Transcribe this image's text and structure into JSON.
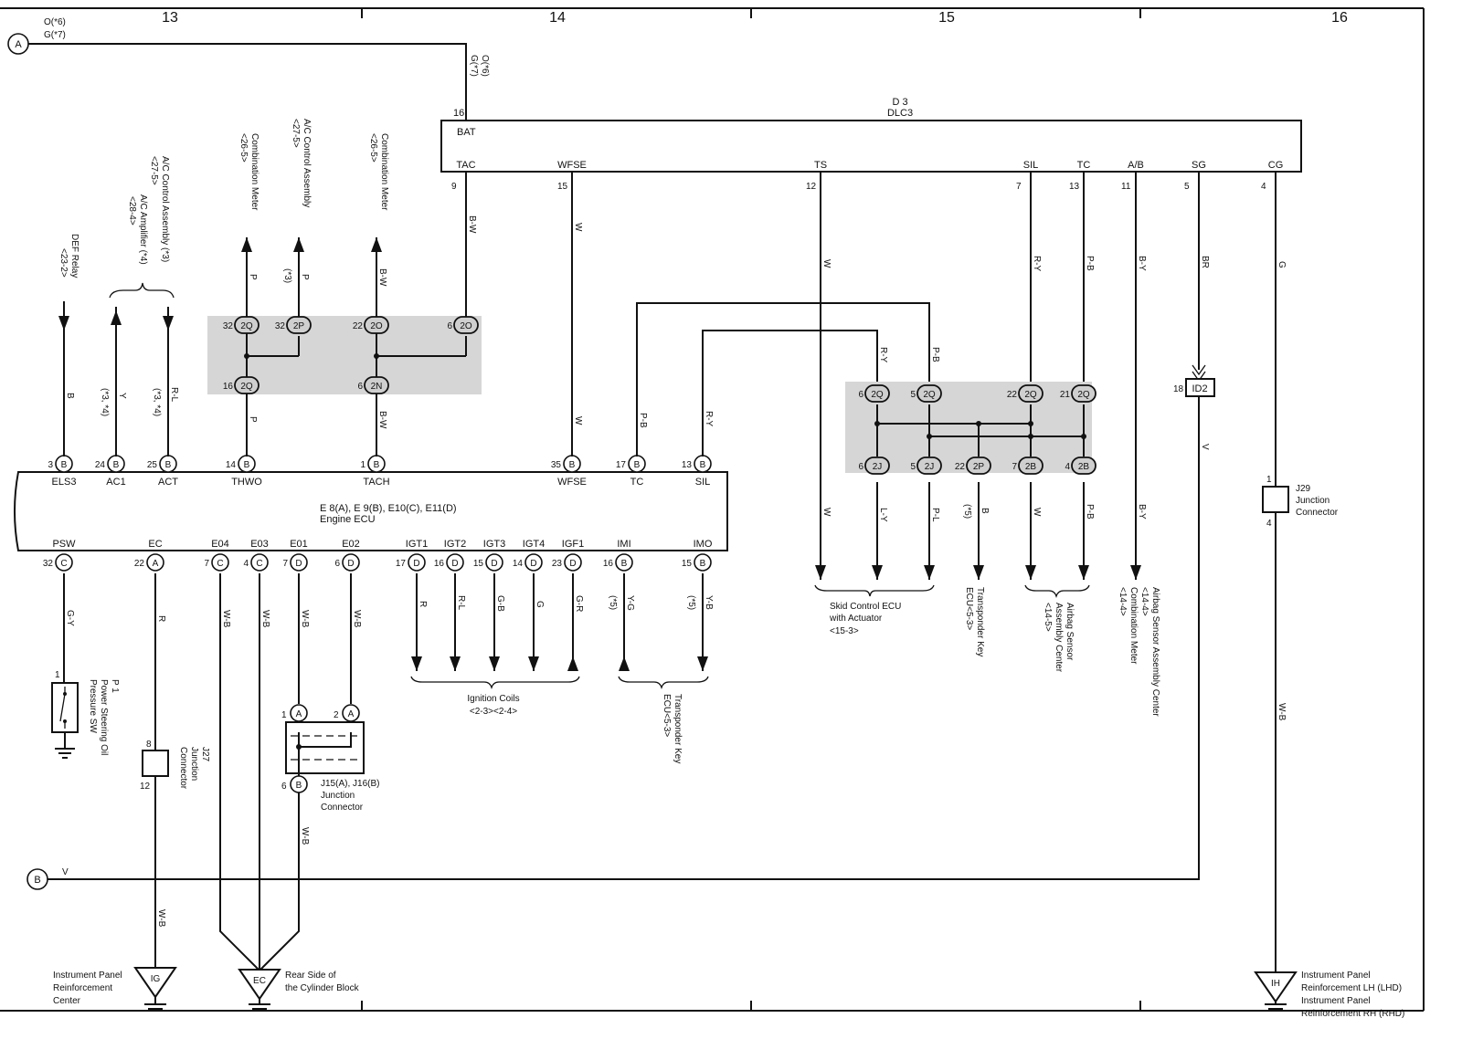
{
  "columns": [
    "13",
    "14",
    "15",
    "16"
  ],
  "connectors": {
    "A": "A",
    "B": "B"
  },
  "wire_a": [
    "O(*6)",
    "G(*7)"
  ],
  "wire_b": "V",
  "dlc3": {
    "code": "D 3",
    "name": "DLC3",
    "top_pin": "16",
    "top_label": "BAT",
    "pins": [
      [
        "TAC",
        "9"
      ],
      [
        "WFSE",
        "15"
      ],
      [
        "TS",
        "12"
      ],
      [
        "SIL",
        "7"
      ],
      [
        "TC",
        "13"
      ],
      [
        "A/B",
        "11"
      ],
      [
        "SG",
        "5"
      ],
      [
        "CG",
        "4"
      ]
    ]
  },
  "ecu": {
    "codes": "E 8(A), E 9(B), E10(C), E11(D)",
    "name": "Engine ECU",
    "top_pins": [
      [
        "ELS3",
        "3",
        "B"
      ],
      [
        "AC1",
        "24",
        "B"
      ],
      [
        "ACT",
        "25",
        "B"
      ],
      [
        "THWO",
        "14",
        "B"
      ],
      [
        "TACH",
        "1",
        "B"
      ],
      [
        "WFSE",
        "35",
        "B"
      ],
      [
        "TC",
        "17",
        "B"
      ],
      [
        "SIL",
        "13",
        "B"
      ]
    ],
    "bottom_pins": [
      [
        "PSW",
        "32",
        "C"
      ],
      [
        "EC",
        "22",
        "A"
      ],
      [
        "E04",
        "7",
        "C"
      ],
      [
        "E03",
        "4",
        "C"
      ],
      [
        "E01",
        "7",
        "D"
      ],
      [
        "E02",
        "6",
        "D"
      ],
      [
        "IGT1",
        "17",
        "D"
      ],
      [
        "IGT2",
        "16",
        "D"
      ],
      [
        "IGT3",
        "15",
        "D"
      ],
      [
        "IGT4",
        "14",
        "D"
      ],
      [
        "IGF1",
        "23",
        "D"
      ],
      [
        "IMI",
        "16",
        "B"
      ],
      [
        "IMO",
        "15",
        "B"
      ]
    ]
  },
  "wire_colors": {
    "b": "B",
    "y": "Y",
    "rl": "R-L",
    "p": "P",
    "bw": "B-W",
    "w": "W",
    "pb": "P-B",
    "ry": "R-Y",
    "br": "BR",
    "g": "G",
    "by": "B-Y",
    "v": "V",
    "gy": "G-Y",
    "r": "R",
    "wb": "W-B",
    "gb": "G-B",
    "gr": "G-R",
    "yg": "Y-G",
    "yb": "Y-B",
    "ly": "L-Y",
    "pl": "P-L"
  },
  "notes": {
    "n3": "(*3)",
    "n34": "(*3, *4)",
    "n5": "(*5)"
  },
  "junction_pins": {
    "p2Q": "2Q",
    "p2P": "2P",
    "p2O": "2O",
    "p2N": "2N",
    "p2J": "2J",
    "p2B": "2B",
    "id2": "ID2"
  },
  "junction_nums": [
    "32",
    "32",
    "22",
    "6",
    "16",
    "6",
    "6",
    "5",
    "22",
    "21",
    "6",
    "5",
    "22",
    "7",
    "4",
    "18"
  ],
  "dest": {
    "def_relay": [
      "DEF Relay",
      "<23-2>"
    ],
    "ac_ctrl": [
      "A/C Control Assembly (*3)",
      "<27-5>",
      "A/C Amplifier (*4)",
      "<28-4>"
    ],
    "comb_meter1": [
      "Combination Meter",
      "<26-5>"
    ],
    "ac_ctrl2": [
      "A/C Control Assembly",
      "<27-5>"
    ],
    "comb_meter2": [
      "Combination Meter",
      "<26-5>"
    ],
    "skid": [
      "Skid Control ECU",
      "with Actuator",
      "<15-3>"
    ],
    "transp1": [
      "Transponder Key",
      "ECU<5-3>"
    ],
    "airbag1": [
      "Airbag Sensor",
      "Assembly Center",
      "<14-5>"
    ],
    "comb_meter3": [
      "Combination Meter",
      "<14-4>"
    ],
    "airbag2": [
      "Airbag Sensor Assembly Center",
      "<14-4>"
    ],
    "ign": [
      "Ignition Coils",
      "<2-3><2-4>"
    ],
    "transp2": [
      "Transponder Key",
      "ECU<5-3>"
    ],
    "p1": [
      "P 1",
      "Power Steering Oil",
      "Pressure SW"
    ],
    "j27": [
      "J27",
      "Junction",
      "Connector"
    ],
    "j15": [
      "J15(A), J16(B)",
      "Junction",
      "Connector"
    ],
    "j29": [
      "J29",
      "Junction",
      "Connector"
    ],
    "gnd_ig": [
      "Instrument Panel",
      "Reinforcement",
      "Center"
    ],
    "gnd_ec": [
      "Rear Side of",
      "the Cylinder Block"
    ],
    "gnd_ih": [
      "Instrument Panel",
      "Reinforcement LH (LHD)",
      "Instrument Panel",
      "Reinforcement RH (RHD)"
    ]
  },
  "ground_codes": {
    "ig": "IG",
    "ec": "EC",
    "ih": "IH"
  },
  "misc_pins": {
    "p1_pin": "1",
    "j27_a": "8",
    "j27_b": "12",
    "j15_a1": "1",
    "j15_a2": "2",
    "j15_b": "6",
    "j29_a": "1",
    "j29_b": "4",
    "pin_A": "A",
    "pin_B": "B"
  }
}
